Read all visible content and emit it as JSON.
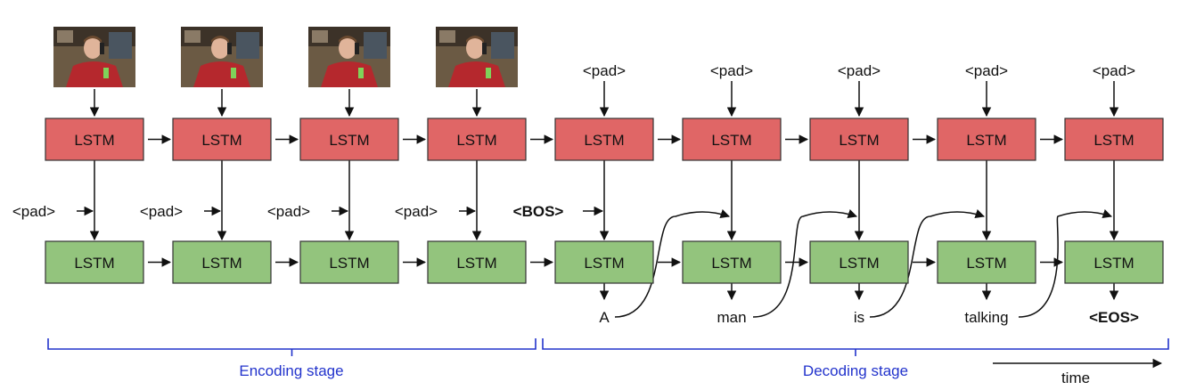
{
  "lstm_label": "LSTM",
  "pad_token": "<pad>",
  "bos_token": "<BOS>",
  "output_words": [
    "A",
    "man",
    "is",
    "talking",
    "<EOS>"
  ],
  "stages": {
    "encoding": "Encoding stage",
    "decoding": "Decoding stage"
  },
  "time_label": "time",
  "video_frames": 4,
  "colors": {
    "top_lstm": "#e06666",
    "bottom_lstm": "#93c47d",
    "stage_label": "#2233cc",
    "frame_jacket": "#b5282d"
  }
}
